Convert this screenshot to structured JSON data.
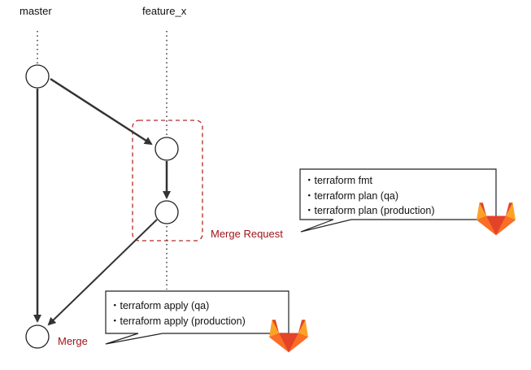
{
  "branches": {
    "master": "master",
    "feature": "feature_x"
  },
  "labels": {
    "merge_request": "Merge Request",
    "merge": "Merge"
  },
  "pipeline_mr": {
    "lines": [
      "・terraform fmt",
      "・terraform plan (qa)",
      "・terraform plan (production)"
    ]
  },
  "pipeline_merge": {
    "lines": [
      "・terraform apply (qa)",
      "・terraform apply (production)"
    ]
  },
  "colors": {
    "line": "#333333",
    "accent_red": "#a0141a",
    "dashed_box": "#b22a2a",
    "gitlab_orange_dark": "#e24329",
    "gitlab_orange": "#fc6d26",
    "gitlab_orange_light": "#fca326"
  },
  "icons": [
    "gitlab-logo-icon",
    "gitlab-logo-icon"
  ]
}
